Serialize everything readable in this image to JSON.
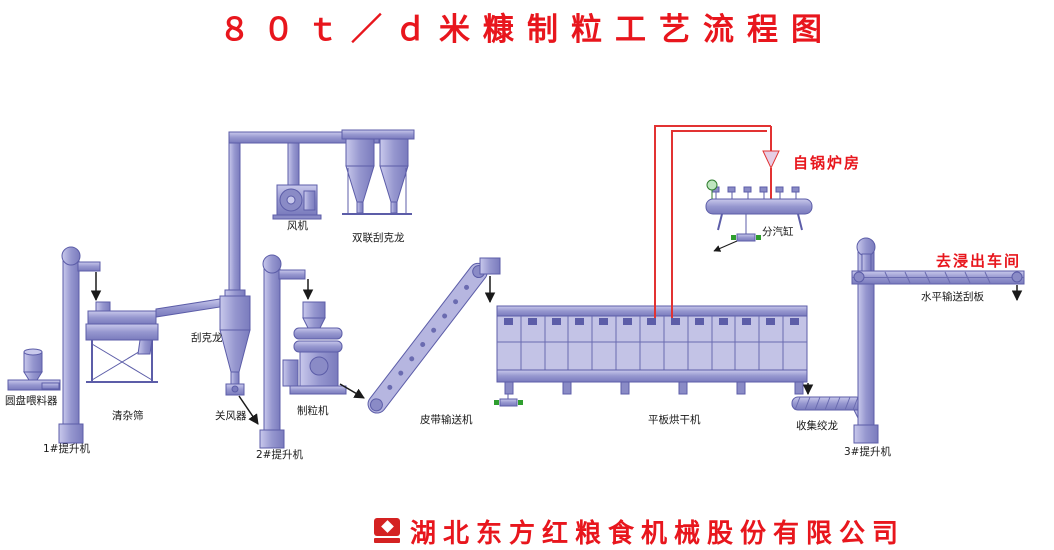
{
  "title": "８０ｔ／ｄ米糠制粒工艺流程图",
  "company": {
    "name": "湖北东方红粮食机械股份有限公司",
    "logo": "dongfanghong-emblem"
  },
  "colors": {
    "title_red": "#e8161d",
    "equipment_purple": "#9697cf",
    "pipe_red": "#e23232",
    "label_black": "#1a1a1a",
    "valve_green": "#2e9e2e"
  },
  "labels": {
    "fan": "风机",
    "double_cyclone": "双联刮克龙",
    "cyclone": "刮克龙",
    "steam_header": "分汽缸",
    "from_boiler": "自锅炉房",
    "to_extraction_workshop": "去浸出车间",
    "horizontal_scraper_conveyor": "水平输送刮板",
    "disc_feeder": "圆盘喂料器",
    "cleaning_sieve": "清杂筛",
    "air_lock": "关风器",
    "pellet_mill": "制粒机",
    "belt_conveyor": "皮带输送机",
    "flat_bed_dryer": "平板烘干机",
    "collecting_auger": "收集绞龙",
    "elevator_1": "1#提升机",
    "elevator_2": "2#提升机",
    "elevator_3": "3#提升机"
  }
}
